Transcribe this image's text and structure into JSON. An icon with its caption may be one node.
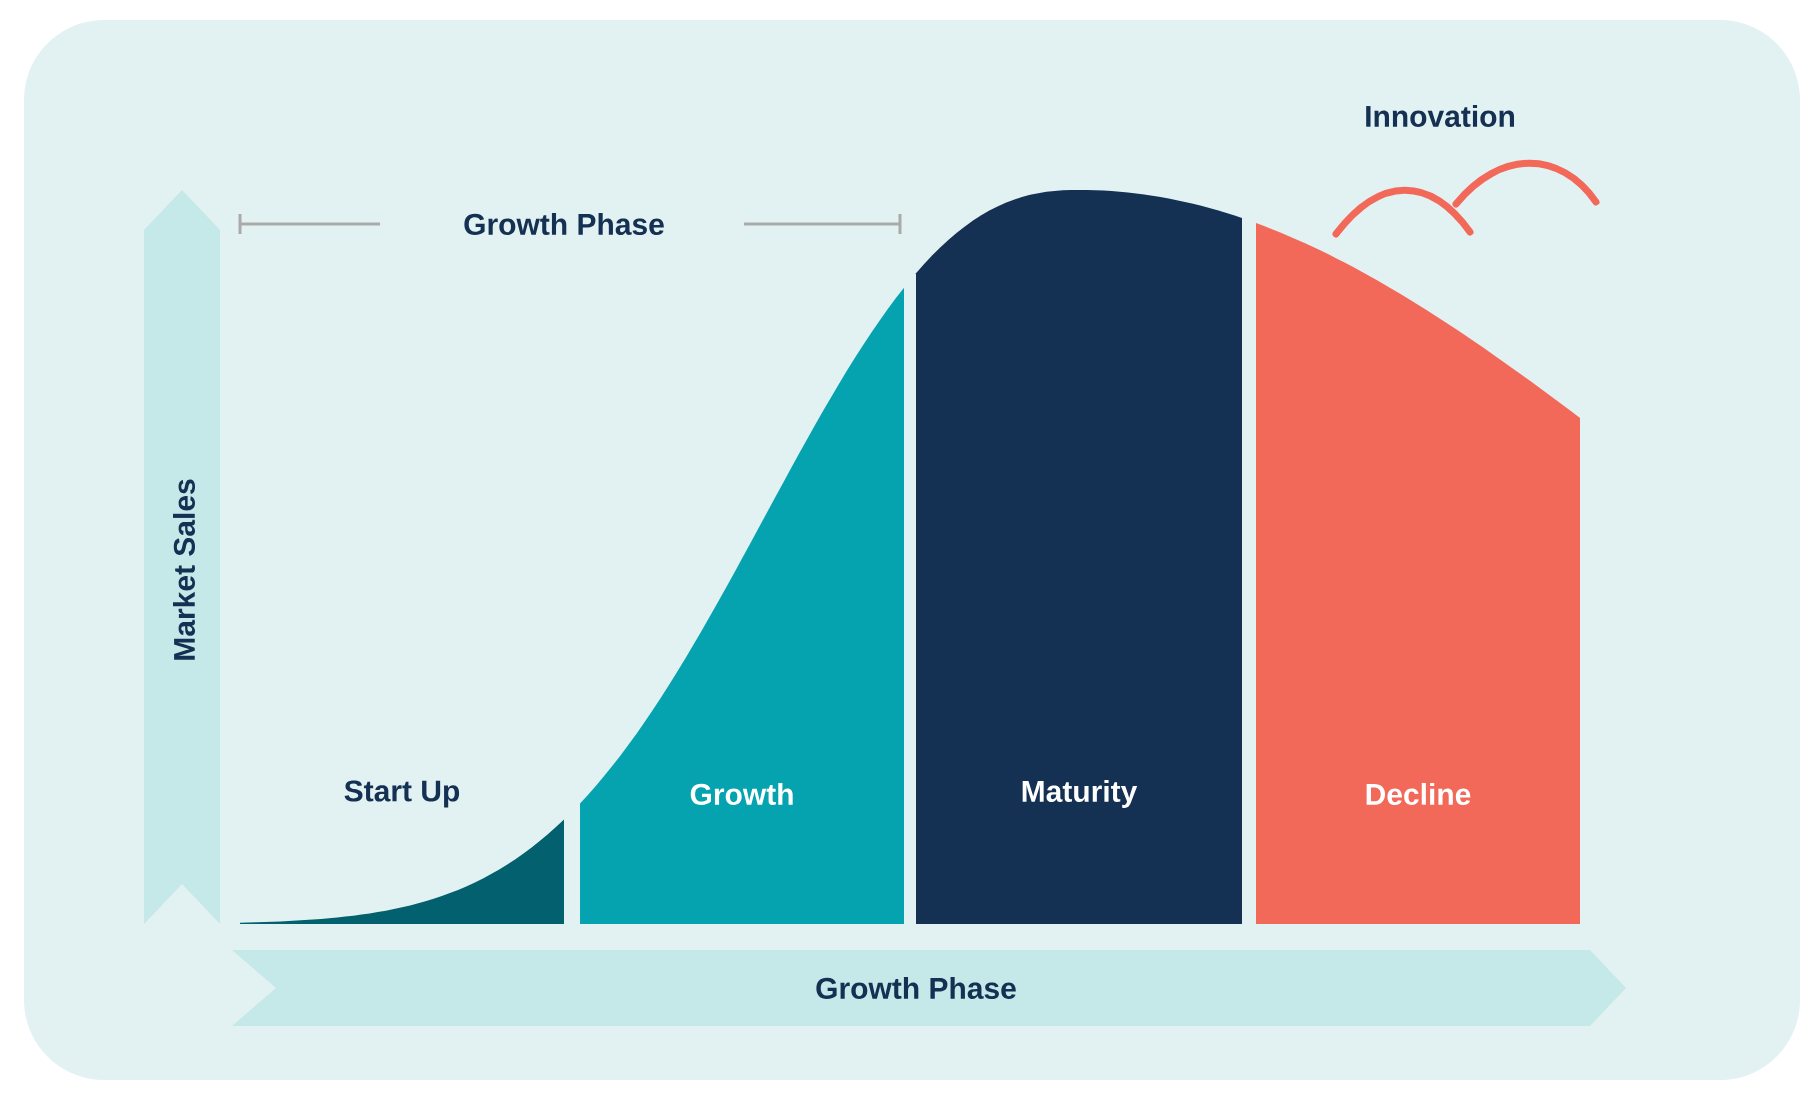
{
  "diagram": {
    "nodes": [
      {
        "text": [
          "Start Up"
        ]
      },
      {
        "text": [
          "Growth"
        ]
      },
      {
        "text": [
          "Maturity"
        ]
      },
      {
        "text": [
          "Decline"
        ]
      }
    ],
    "labels": [
      "Innovation",
      "Growth Phase",
      "Market Sales",
      "Growth Phase"
    ]
  }
}
